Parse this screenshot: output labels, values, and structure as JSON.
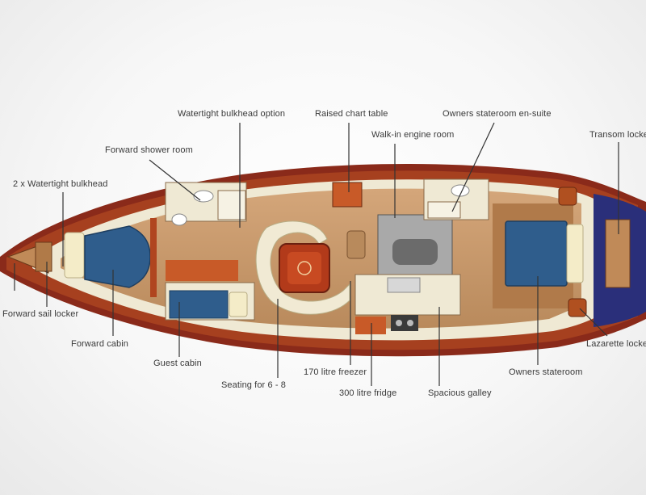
{
  "labels": {
    "watertight_bulkhead_option": "Watertight bulkhead option",
    "raised_chart_table": "Raised chart table",
    "owners_stateroom_ensuite": "Owners stateroom en-suite",
    "walk_in_engine_room": "Walk-in engine room",
    "transom_locker": "Transom locke",
    "forward_shower_room": "Forward shower room",
    "watertight_bulkhead_x2": "2 x Watertight bulkhead",
    "forward_sail_locker": "Forward sail locker",
    "forward_cabin": "Forward cabin",
    "guest_cabin": "Guest cabin",
    "seating": "Seating for 6 - 8",
    "freezer": "170 litre freezer",
    "fridge": "300 litre fridge",
    "galley": "Spacious galley",
    "owners_stateroom": "Owners stateroom",
    "lazarette_locker": "Lazarette locke"
  },
  "colors": {
    "hull_outer": "#8a2a1a",
    "hull_side": "#a6401f",
    "deck_light": "#f3eedc",
    "floor_wood": "#c69a6b",
    "berth_blue": "#2f5d8c",
    "pillow": "#f4ecc8",
    "grey_unit": "#9b9b9b",
    "transom_blue": "#2a2f7a"
  }
}
